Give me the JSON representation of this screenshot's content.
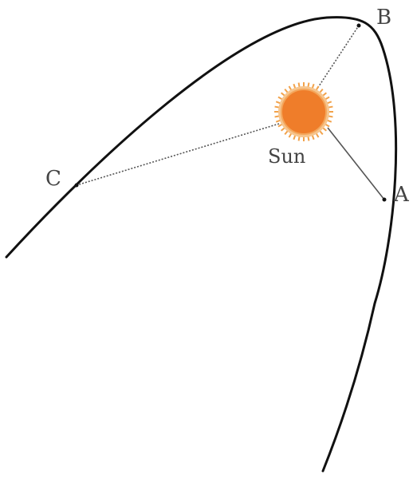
{
  "diagram": {
    "labels": {
      "point_a": "A",
      "point_b": "B",
      "point_c": "C",
      "sun": "Sun"
    },
    "colors": {
      "orbit": "#111111",
      "radius_line": "#555555",
      "sun_fill": "#ef7d2a",
      "sun_rays": "#f2a24a",
      "text": "#444444"
    }
  }
}
